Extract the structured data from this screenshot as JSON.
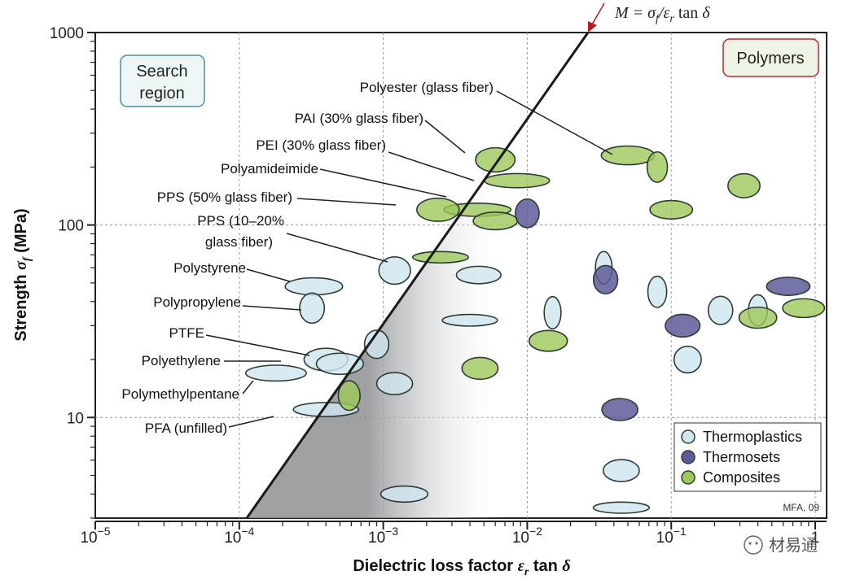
{
  "chart_data": {
    "type": "scatter",
    "xlabel": "Dielectric loss factor ε_r tan δ",
    "ylabel": "Strength σ_f (MPa)",
    "x_scale": "log",
    "y_scale": "log",
    "xlim": [
      1e-05,
      1.2
    ],
    "ylim": [
      3,
      1000
    ],
    "x_ticks": [
      "10^-5",
      "10^-4",
      "10^-3",
      "10^-2",
      "10^-1",
      "1"
    ],
    "x_tick_values": [
      1e-05,
      0.0001,
      0.001,
      0.01,
      0.1,
      1
    ],
    "y_ticks": [
      "10",
      "100",
      "1000"
    ],
    "y_tick_values": [
      10,
      100,
      1000
    ],
    "grid": true,
    "legend_position": "bottom-right",
    "legend": [
      {
        "name": "Thermoplastics",
        "color": "#cfe6ef"
      },
      {
        "name": "Thermosets",
        "color": "#5e5a9a"
      },
      {
        "name": "Composites",
        "color": "#9dc85a"
      }
    ],
    "index_line": {
      "label": "M = σ_f / ε_r tan δ",
      "slope": 1
    },
    "corner_box": "Polymers",
    "search_box": "Search region",
    "credit": "MFA, 09",
    "watermark": "材易通",
    "series": [
      {
        "name": "Thermoplastics",
        "bubbles": [
          {
            "label": "Polystyrene",
            "x": 0.00033,
            "y": 48
          },
          {
            "label": "Polypropylene",
            "x": 0.00032,
            "y": 37
          },
          {
            "label": "PTFE",
            "x": 0.0004,
            "y": 20
          },
          {
            "label": "Polyethylene",
            "x": 0.0005,
            "y": 19
          },
          {
            "label": "Polymethylpentane",
            "x": 0.00018,
            "y": 17
          },
          {
            "label": "PFA (unfilled)",
            "x": 0.0004,
            "y": 11
          },
          {
            "label": "PPS (10-20% glass fiber)",
            "x": 0.0012,
            "y": 58
          },
          {
            "x": 0.0009,
            "y": 24
          },
          {
            "x": 0.0012,
            "y": 15
          },
          {
            "x": 0.0046,
            "y": 55
          },
          {
            "x": 0.004,
            "y": 32
          },
          {
            "x": 0.0014,
            "y": 4
          },
          {
            "x": 0.015,
            "y": 35
          },
          {
            "x": 0.13,
            "y": 20
          },
          {
            "x": 0.045,
            "y": 5.3
          },
          {
            "x": 0.045,
            "y": 3.4
          },
          {
            "x": 0.4,
            "y": 36
          },
          {
            "x": 0.22,
            "y": 36
          },
          {
            "x": 0.08,
            "y": 45
          },
          {
            "x": 0.034,
            "y": 60
          }
        ]
      },
      {
        "name": "Thermosets",
        "bubbles": [
          {
            "x": 0.044,
            "y": 11
          },
          {
            "x": 0.035,
            "y": 52
          },
          {
            "x": 0.65,
            "y": 48
          },
          {
            "x": 0.12,
            "y": 30
          },
          {
            "x": 0.01,
            "y": 115
          }
        ]
      },
      {
        "name": "Composites",
        "bubbles": [
          {
            "label": "Polyester (glass fiber)",
            "x": 0.05,
            "y": 230
          },
          {
            "label": "PAI (30% glass fiber)",
            "x": 0.006,
            "y": 218
          },
          {
            "label": "PEI (30% glass fiber)",
            "x": 0.0085,
            "y": 170
          },
          {
            "label": "Polyamideimide",
            "x": 0.0045,
            "y": 120
          },
          {
            "label": "PPS (50% glass fiber)",
            "x": 0.0024,
            "y": 120
          },
          {
            "x": 0.0025,
            "y": 68
          },
          {
            "x": 0.006,
            "y": 105
          },
          {
            "x": 0.1,
            "y": 120
          },
          {
            "x": 0.08,
            "y": 200
          },
          {
            "x": 0.32,
            "y": 160
          },
          {
            "x": 0.83,
            "y": 37
          },
          {
            "x": 0.0047,
            "y": 18
          },
          {
            "x": 0.00058,
            "y": 13
          },
          {
            "x": 0.014,
            "y": 25
          },
          {
            "x": 0.4,
            "y": 33
          }
        ]
      }
    ]
  },
  "labels": {
    "polyester": "Polyester (glass fiber)",
    "pai": "PAI (30% glass fiber)",
    "pei": "PEI (30% glass fiber)",
    "polyamideimide": "Polyamideimide",
    "pps50": "PPS (50% glass fiber)",
    "pps10_line1": "PPS (10–20%",
    "pps10_line2": "glass fiber)",
    "polystyrene": "Polystyrene",
    "polypropylene": "Polypropylene",
    "ptfe": "PTFE",
    "polyethylene": "Polyethylene",
    "polymethylpentane": "Polymethylpentane",
    "pfa": "PFA (unfilled)"
  },
  "boxes": {
    "search_line1": "Search",
    "search_line2": "region",
    "polymers": "Polymers"
  },
  "colors": {
    "thermoplastic_fill": "#cfe6ef",
    "thermoset_fill": "#5e5a9a",
    "composite_fill": "#9dc85a",
    "outline": "#2e3b34",
    "index_arrow": "#b01e1e"
  }
}
